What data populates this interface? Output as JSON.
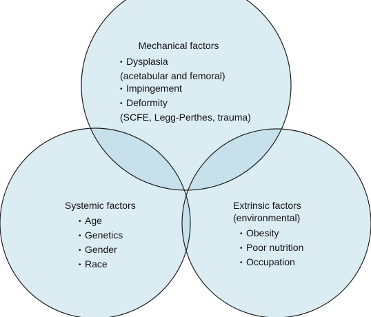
{
  "circles": {
    "fill": "#dcecf3",
    "overlap_fill": "#c6e1ec",
    "center_fill": "#a7d2e3",
    "stroke": "#1a1a1a"
  },
  "mechanical": {
    "title": "Mechanical factors",
    "items": [
      {
        "text": "Dysplasia",
        "detail": "(acetabular and femoral)"
      },
      {
        "text": "Impingement"
      },
      {
        "text": "Deformity",
        "detail": "(SCFE, Legg-Perthes, trauma)"
      }
    ]
  },
  "systemic": {
    "title": "Systemic factors",
    "items": [
      "Age",
      "Genetics",
      "Gender",
      "Race"
    ]
  },
  "extrinsic": {
    "title": "Extrinsic factors",
    "subtitle": "(environmental)",
    "items": [
      "Obesity",
      "Poor nutrition",
      "Occupation"
    ]
  }
}
